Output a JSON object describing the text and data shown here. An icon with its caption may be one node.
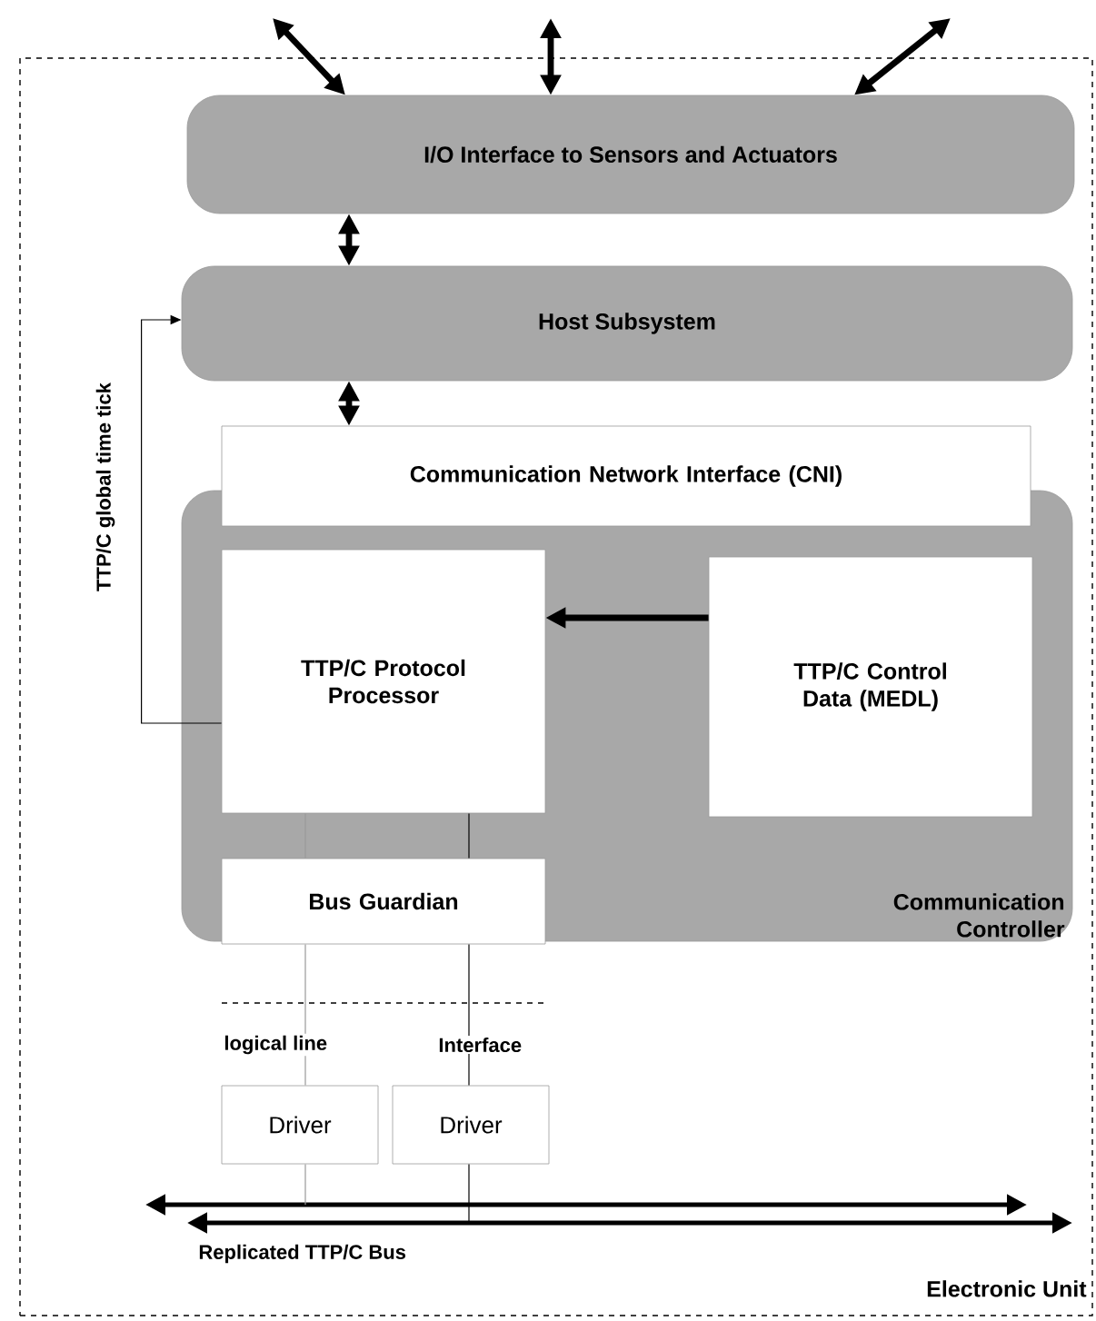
{
  "diagram": {
    "nodes": [
      {
        "text": [
          "Electronic Unit"
        ]
      },
      {
        "text": [
          "I/O Interface to Sensors and Actuators"
        ],
        "in": 0
      },
      {
        "text": [
          "Host Subsystem"
        ],
        "in": 0
      },
      {
        "text": [
          "Communication Network Interface (CNI)"
        ],
        "in": 0
      },
      {
        "text": [
          "Communication Controller"
        ],
        "in": 0
      },
      {
        "text": [
          "TTP/C Protocol Processor"
        ],
        "in": 4
      },
      {
        "text": [
          "TTP/C Control Data (MEDL)"
        ],
        "in": 4
      },
      {
        "text": [
          "Bus Guardian"
        ],
        "in": 4
      },
      {
        "text": [
          "Driver"
        ],
        "in": 0
      },
      {
        "text": [
          "Driver"
        ],
        "in": 0
      }
    ],
    "edges": [
      {
        "from": null,
        "to": 1,
        "arrow": "both",
        "style": "thick"
      },
      {
        "from": null,
        "to": 1,
        "arrow": "both",
        "style": "thick"
      },
      {
        "from": null,
        "to": 1,
        "arrow": "both",
        "style": "thick"
      },
      {
        "from": 1,
        "to": 2,
        "arrow": "both",
        "style": "thick"
      },
      {
        "from": 2,
        "to": 3,
        "arrow": "both",
        "style": "thick"
      },
      {
        "from": 6,
        "to": 5,
        "arrow": "to",
        "style": "thick"
      },
      {
        "from": 5,
        "to": 2,
        "arrow": "to",
        "label": "TTP/C global time tick"
      },
      {
        "from": 5,
        "to": 7,
        "arrow": "none",
        "color": "#999999"
      },
      {
        "from": 5,
        "to": 7,
        "arrow": "none"
      },
      {
        "from": 7,
        "to": 8,
        "arrow": "none",
        "color": "#999999"
      },
      {
        "from": 7,
        "to": 9,
        "arrow": "none"
      },
      {
        "from": 8,
        "to": null,
        "arrow": "none",
        "color": "#999999"
      },
      {
        "from": 9,
        "to": null,
        "arrow": "none"
      }
    ],
    "labels": [
      "logical line",
      "Interface",
      "Replicated TTP/C Bus"
    ]
  }
}
